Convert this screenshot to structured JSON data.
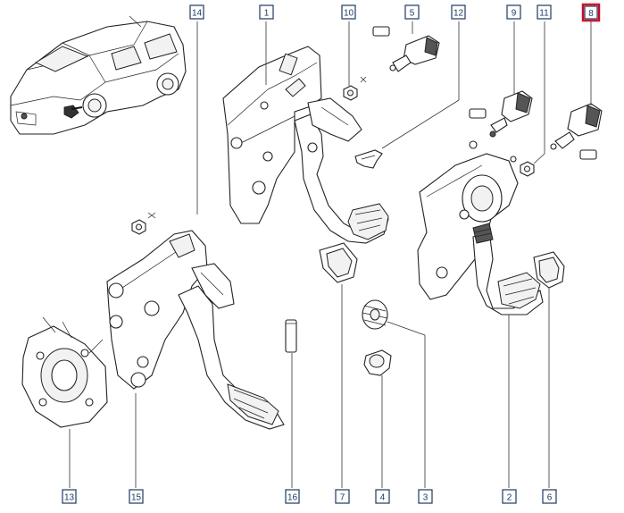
{
  "diagram": {
    "highlighted_callout": "8",
    "highlight_color": "#e0001b",
    "callout_color": "#1a3a6a",
    "callouts": {
      "c1": "1",
      "c2": "2",
      "c3": "3",
      "c4": "4",
      "c5": "5",
      "c6": "6",
      "c7": "7",
      "c8": "8",
      "c9": "9",
      "c10": "10",
      "c11": "11",
      "c12": "12",
      "c13": "13",
      "c14": "14",
      "c15": "15",
      "c16": "16"
    }
  }
}
